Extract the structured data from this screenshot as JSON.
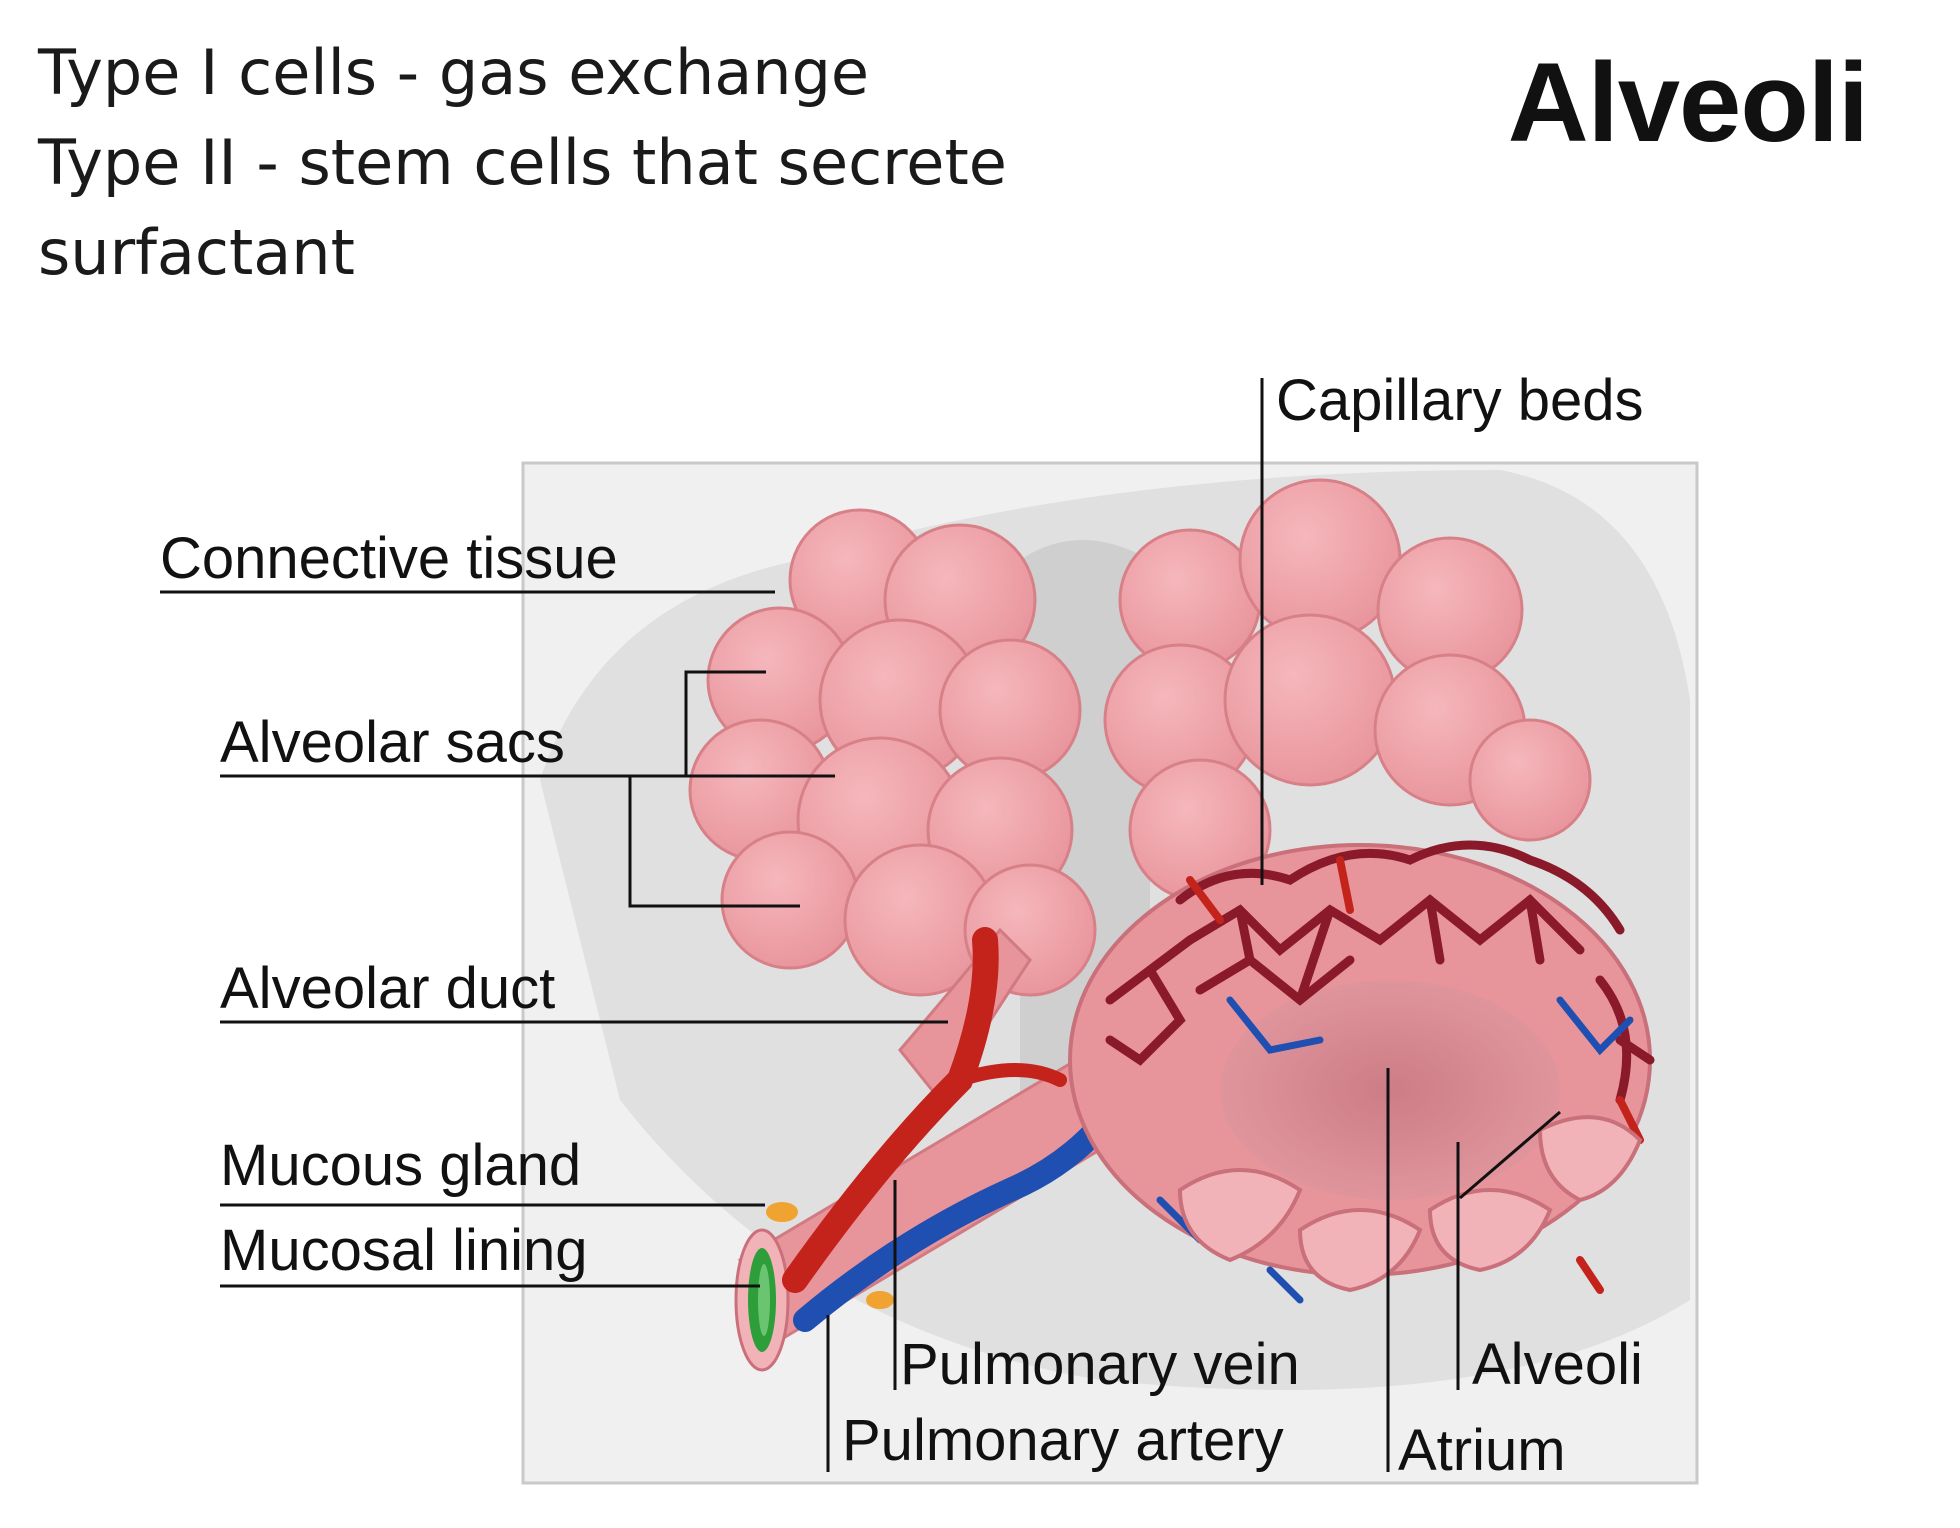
{
  "title": "Alveoli",
  "intro_lines": [
    "Type I cells - gas exchange",
    "Type II - stem cells that secrete",
    "surfactant"
  ],
  "labels": {
    "capillary_beds": "Capillary beds",
    "connective_tissue": "Connective tissue",
    "alveolar_sacs": "Alveolar sacs",
    "alveolar_duct": "Alveolar duct",
    "mucous_gland": "Mucous gland",
    "mucosal_lining": "Mucosal lining",
    "pulmonary_vein": "Pulmonary vein",
    "pulmonary_artery": "Pulmonary artery",
    "alveoli": "Alveoli",
    "atrium": "Atrium"
  },
  "colors": {
    "tissue_pink": "#e8949b",
    "tissue_highlight": "#f2b3b8",
    "tissue_edge": "#c9707a",
    "artery_red": "#c4231c",
    "vein_blue": "#1f4fb0",
    "capillary_dark": "#8a1a2a",
    "mucosa_green": "#2e9e3a",
    "gland_orange": "#f0a330",
    "panel_bg": "#f0f0f0"
  }
}
